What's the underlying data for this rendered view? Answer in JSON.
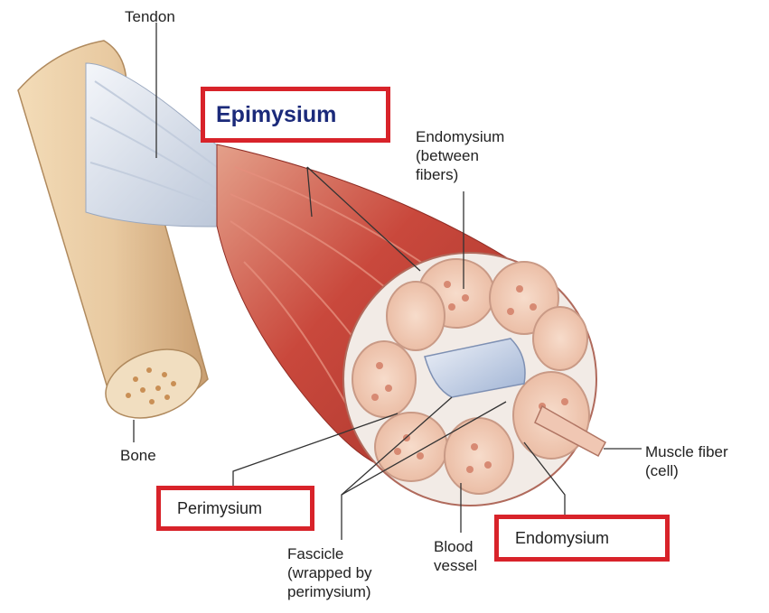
{
  "colors": {
    "bone": "#e8c9a0",
    "tendon": "#d8dfe8",
    "muscle": "#c9483c",
    "fascicle": "#f0cbb5",
    "highlight_box": "#d8232a",
    "epimysium_text": "#1b2a7a"
  },
  "labels": {
    "tendon": "Tendon",
    "bone": "Bone",
    "epimysium": "Epimysium",
    "endomysium_between": "Endomysium\n(between\nfibers)",
    "muscle_fiber": "Muscle fiber\n(cell)",
    "perimysium": "Perimysium",
    "endomysium": "Endomysium",
    "fascicle": "Fascicle\n(wrapped by\nperimysium)",
    "blood_vessel": "Blood\nvessel"
  }
}
